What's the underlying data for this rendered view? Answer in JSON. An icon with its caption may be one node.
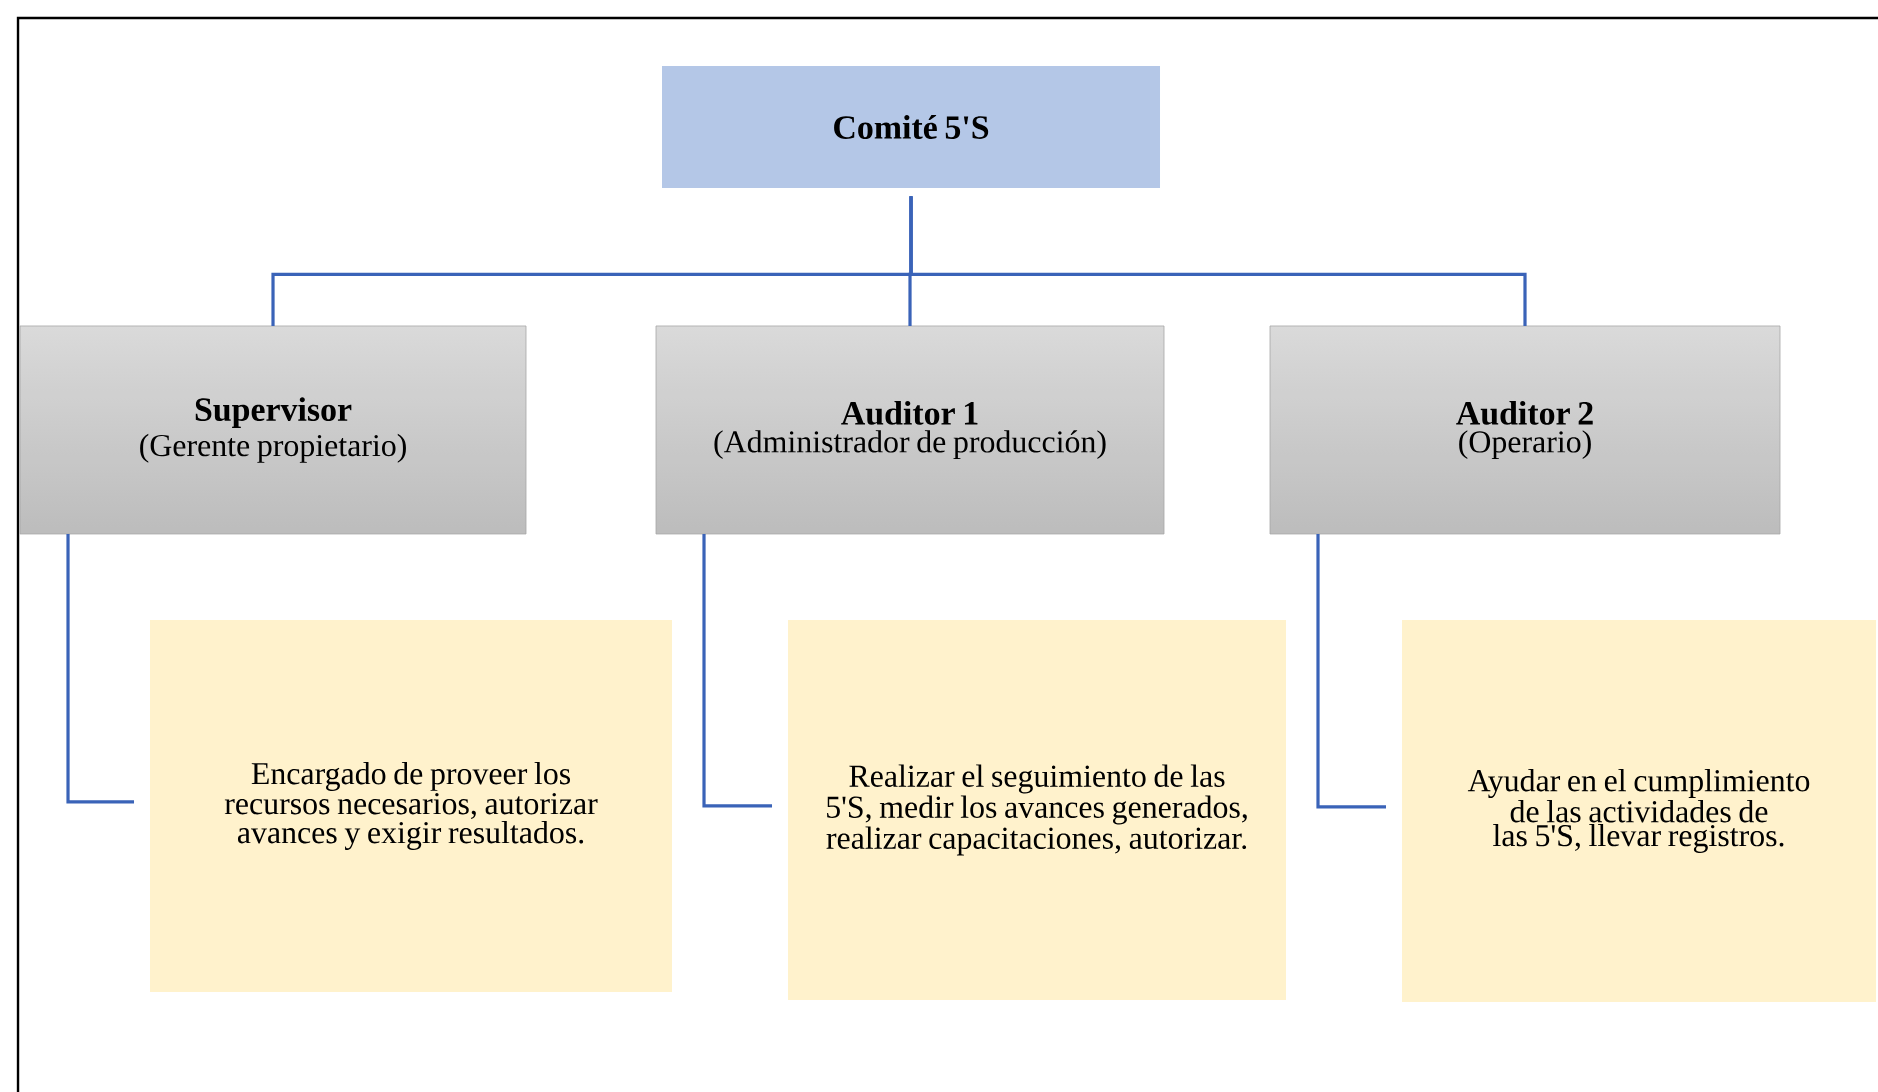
{
  "diagram": {
    "nodes": [
      {
        "text": [
          "Comité 5'S"
        ]
      },
      {
        "text": [
          "Supervisor",
          "(Gerente propietario)"
        ]
      },
      {
        "text": [
          "Auditor 1",
          "(Administrador de producción)"
        ]
      },
      {
        "text": [
          "Auditor 2",
          "(Operario)"
        ]
      },
      {
        "text": [
          "Encargado de proveer los recursos necesarios, autorizar avances y exigir resultados."
        ]
      },
      {
        "text": [
          "Realizar el seguimiento de las 5'S, medir los avances generados, realizar capacitaciones, autorizar."
        ]
      },
      {
        "text": [
          "Ayudar en el cumplimiento de las actividades de las 5'S, llevar registros."
        ]
      }
    ],
    "edges": [
      {
        "from": 0,
        "to": 1,
        "arrow": "none"
      },
      {
        "from": 0,
        "to": 2,
        "arrow": "none"
      },
      {
        "from": 0,
        "to": 3,
        "arrow": "none"
      },
      {
        "from": 1,
        "to": 4,
        "arrow": "none"
      },
      {
        "from": 2,
        "to": 5,
        "arrow": "none"
      },
      {
        "from": 3,
        "to": 6,
        "arrow": "none"
      }
    ]
  }
}
